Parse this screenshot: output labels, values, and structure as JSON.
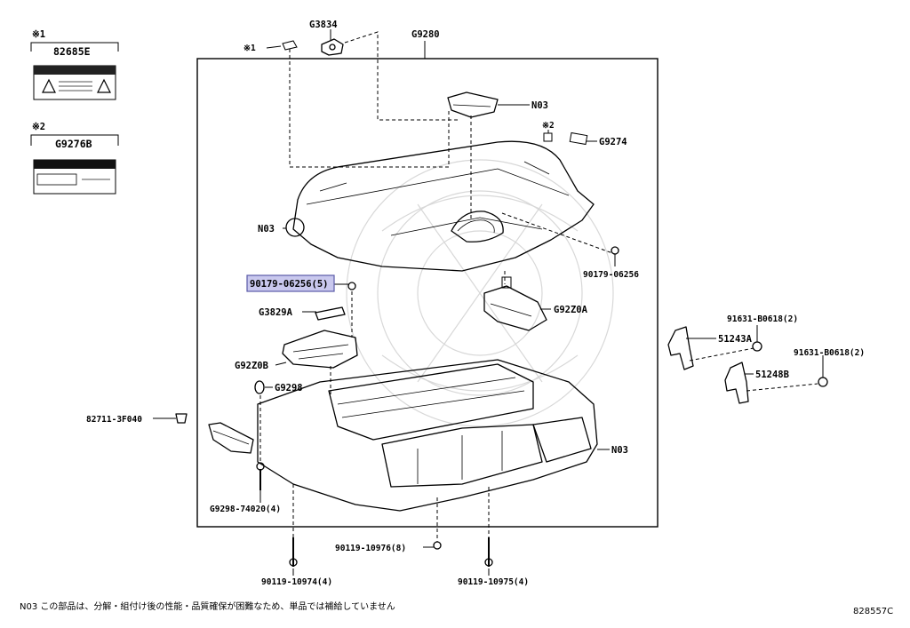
{
  "labels": {
    "g3834": "G3834",
    "g9280": "G9280",
    "n03_top": "N03",
    "mark1_small": "※1",
    "mark2_small": "※2",
    "g9274": "G9274",
    "n03_left": "N03",
    "bolt_90179_right": "90179-06256",
    "bolt_90179_highlight": "90179-06256(5)",
    "g92z0a": "G92Z0A",
    "g3829a": "G3829A",
    "g92z0b": "G92Z0B",
    "g9298": "G9298",
    "clip_82711": "82711-3F040",
    "n03_right": "N03",
    "g9298_74020": "G9298-74020(4)",
    "bolt_90119_10976": "90119-10976(8)",
    "bolt_90119_10974": "90119-10974(4)",
    "bolt_90119_10975": "90119-10975(4)",
    "bolt_91631_a": "91631-B0618(2)",
    "bracket_51243a": "51243A",
    "bolt_91631_b": "91631-B0618(2)",
    "bracket_51248b": "51248B"
  },
  "legend": {
    "box1_mark": "※1",
    "box1_part": "82685E",
    "box2_mark": "※2",
    "box2_part": "G9276B"
  },
  "footer": {
    "note": "N03 この部品は、分解・組付け後の性能・品質確保が困難なため、単品では補給していません",
    "diagram_id": "828557C"
  }
}
